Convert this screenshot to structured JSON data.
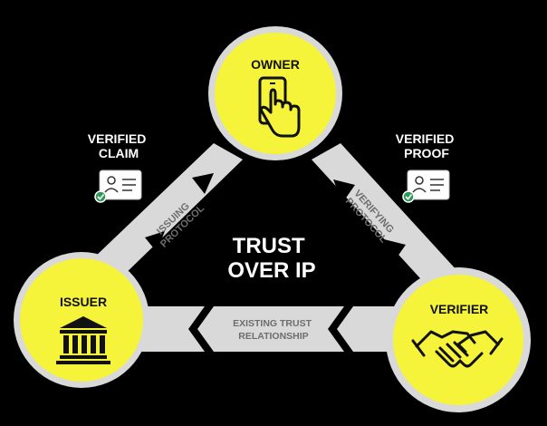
{
  "center_title": {
    "line1": "TRUST",
    "line2": "OVER IP"
  },
  "nodes": {
    "owner": {
      "label": "OWNER",
      "icon": "smartphone-tap-icon"
    },
    "issuer": {
      "label": "ISSUER",
      "icon": "institution-building-icon"
    },
    "verifier": {
      "label": "VERIFIER",
      "icon": "handshake-icon"
    }
  },
  "edges": {
    "issuing": {
      "line1": "ISSUING",
      "line2": "PROTOCOL"
    },
    "verifying": {
      "line1": "VERIFYING",
      "line2": "PROTOCOL"
    },
    "trust": {
      "line1": "EXISTING TRUST",
      "line2": "RELATIONSHIP"
    }
  },
  "badges": {
    "claim": {
      "line1": "VERIFIED",
      "line2": "CLAIM",
      "icon": "id-card-check-icon"
    },
    "proof": {
      "line1": "VERIFIED",
      "line2": "PROOF",
      "icon": "id-card-check-icon"
    }
  },
  "colors": {
    "background": "#000000",
    "node_fill": "#f5f33a",
    "node_ring": "#d9d9d9",
    "band": "#d9d9d9",
    "band_text": "#6e6e6e",
    "text_white": "#ffffff",
    "check_green": "#2f9a57"
  }
}
